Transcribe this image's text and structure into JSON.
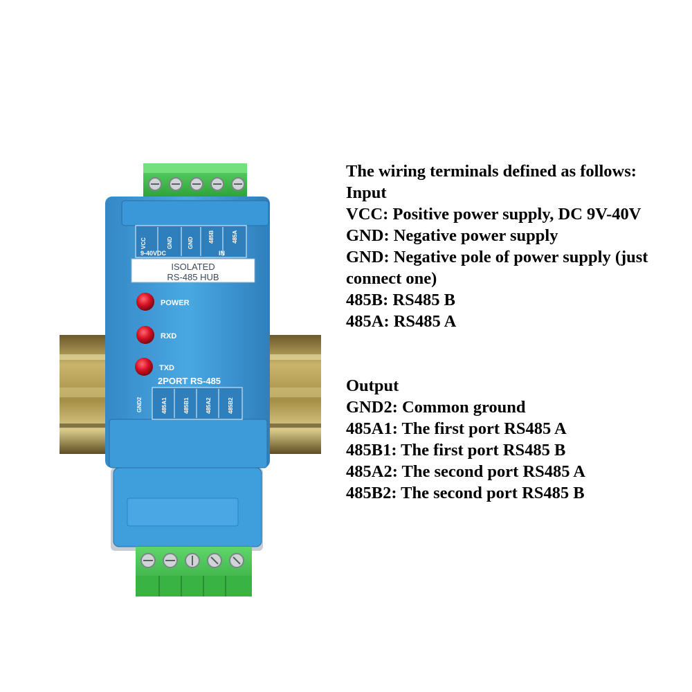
{
  "device": {
    "input_labels": [
      "VCC",
      "GND",
      "GND",
      "485B",
      "485A"
    ],
    "voltage_label": "9-40VDC",
    "input_group_label": "IN",
    "name_line1": "ISOLATED",
    "name_line2": "RS-485 HUB",
    "leds": [
      {
        "label": "POWER",
        "color": "#d81024"
      },
      {
        "label": "RXD",
        "color": "#d81024"
      },
      {
        "label": "TXD",
        "color": "#d81024"
      }
    ],
    "ports_title": "2PORT RS-485",
    "output_labels": [
      "GND2",
      "485A1",
      "485B1",
      "485A2",
      "485B2"
    ],
    "colors": {
      "housing": "#3f9fdc",
      "terminal": "#3dc14a",
      "din_rail": "#b7a255"
    }
  },
  "description": {
    "intro": "The wiring terminals defined as follows:",
    "input_heading": "Input",
    "input_items": [
      "VCC: Positive power supply, DC 9V-40V",
      "GND: Negative power supply",
      "GND: Negative pole of power supply (just connect one)",
      "485B: RS485 B",
      "485A: RS485 A"
    ],
    "output_heading": "Output",
    "output_items": [
      "GND2: Common ground",
      "485A1: The first port RS485 A",
      "485B1: The first port RS485 B",
      "485A2: The second port RS485 A",
      "485B2: The second port RS485 B"
    ]
  }
}
